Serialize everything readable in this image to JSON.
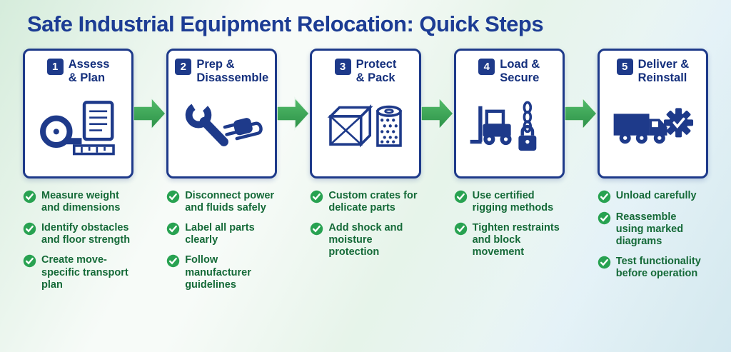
{
  "title": "Safe Industrial Equipment Relocation: Quick Steps",
  "colors": {
    "heading_blue": "#1c3c94",
    "card_blue": "#1e3a8a",
    "arrow_green": "#3aa75c",
    "check_green": "#28a251",
    "bullet_green": "#156a38"
  },
  "steps": [
    {
      "number": "1",
      "title": "Assess & Plan",
      "title_lines": [
        "Assess",
        "& Plan"
      ],
      "icon": "tape-measure-notepad-icon",
      "bullets": [
        "Measure weight and dimensions",
        "Identify obstacles and floor strength",
        "Create move-specific transport plan"
      ]
    },
    {
      "number": "2",
      "title": "Prep & Disassemble",
      "title_lines": [
        "Prep &",
        "Disassemble"
      ],
      "icon": "wrench-plug-icon",
      "bullets": [
        "Disconnect power and fluids safely",
        "Label all parts clearly",
        "Follow manufacturer guidelines"
      ]
    },
    {
      "number": "3",
      "title": "Protect & Pack",
      "title_lines": [
        "Protect",
        "& Pack"
      ],
      "icon": "crate-bubble-wrap-icon",
      "bullets": [
        "Custom crates for delicate parts",
        "Add shock and moisture protection"
      ]
    },
    {
      "number": "4",
      "title": "Load & Secure",
      "title_lines": [
        "Load &",
        "Secure"
      ],
      "icon": "forklift-chain-lock-icon",
      "bullets": [
        "Use certified rigging methods",
        "Tighten restraints and block movement"
      ]
    },
    {
      "number": "5",
      "title": "Deliver & Reinstall",
      "title_lines": [
        "Deliver &",
        "Reinstall"
      ],
      "icon": "truck-gear-check-icon",
      "bullets": [
        "Unload carefully",
        "Reassemble using marked diagrams",
        "Test functionality before operation"
      ]
    }
  ]
}
